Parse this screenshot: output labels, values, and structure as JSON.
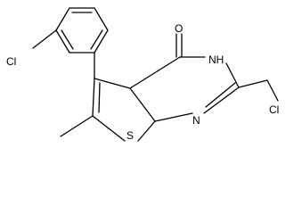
{
  "atoms": {
    "cl_phenyl": "Cl",
    "oxygen": "O",
    "nh": "NH",
    "n_ring": "N",
    "sulfur": "S",
    "cl_methyl": "Cl"
  },
  "colors": {
    "bond": "#000000",
    "label": "#000000",
    "background": "#ffffff"
  }
}
